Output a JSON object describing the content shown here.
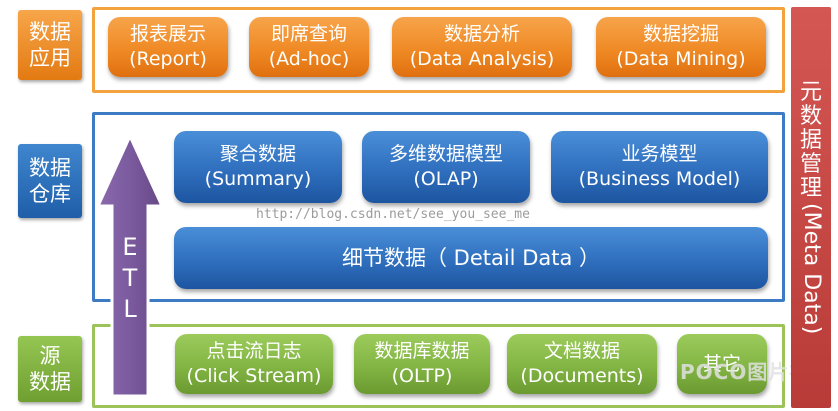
{
  "layers": {
    "application": {
      "label_lines": [
        "数据",
        "应用"
      ],
      "boxes": [
        {
          "line1": "报表展示",
          "line2": "(Report)"
        },
        {
          "line1": "即席查询",
          "line2": "(Ad-hoc)"
        },
        {
          "line1": "数据分析",
          "line2": "(Data Analysis)"
        },
        {
          "line1": "数据挖掘",
          "line2": "(Data Mining)"
        }
      ]
    },
    "warehouse": {
      "label_lines": [
        "数据",
        "仓库"
      ],
      "boxes": [
        {
          "line1": "聚合数据",
          "line2": "(Summary)"
        },
        {
          "line1": "多维数据模型",
          "line2": "(OLAP)"
        },
        {
          "line1": "业务模型",
          "line2": "(Business Model)"
        }
      ],
      "detail": "细节数据（ Detail Data ）"
    },
    "source": {
      "label_lines": [
        "源",
        "数据"
      ],
      "boxes": [
        {
          "line1": "点击流日志",
          "line2": "(Click Stream)"
        },
        {
          "line1": "数据库数据",
          "line2": "(OLTP)"
        },
        {
          "line1": "文档数据",
          "line2": "(Documents)"
        },
        {
          "line1": "其它",
          "line2": ""
        }
      ]
    }
  },
  "etl": {
    "letters": [
      "E",
      "T",
      "L"
    ]
  },
  "meta": {
    "chinese": [
      "元",
      "数",
      "据",
      "管",
      "理"
    ],
    "english": "(Meta Data)"
  },
  "watermark": "http://blog.csdn.net/see_you_see_me",
  "logo_text": "POCO图片社区",
  "colors": {
    "orange": "#ef8a25",
    "blue": "#2f6fbe",
    "green": "#82b543",
    "meta_red": "#c5453f",
    "etl_purple": "#7b5a9e"
  }
}
